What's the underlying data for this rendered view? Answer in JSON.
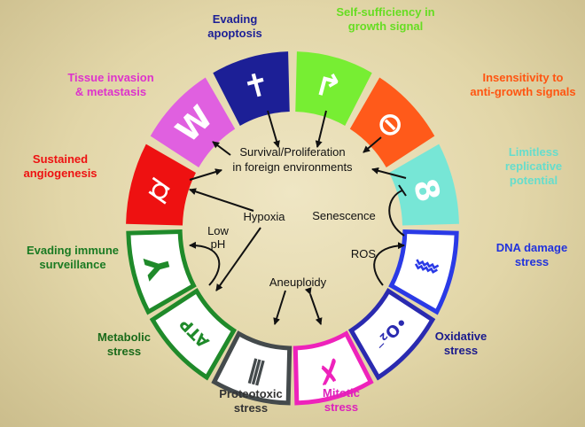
{
  "segments": [
    {
      "id": "evading-apoptosis",
      "lines": [
        "Evading",
        "apoptosis"
      ],
      "color": "#1c1f96",
      "filled": true,
      "icon": "cross-icon",
      "glyph": "✝"
    },
    {
      "id": "self-sufficiency",
      "lines": [
        "Self-sufficiency in",
        "growth signal"
      ],
      "color": "#77ee33",
      "filled": true,
      "icon": "bent-arrow-icon",
      "glyph": "↱"
    },
    {
      "id": "insensitivity",
      "lines": [
        "Insensitivity to",
        "anti-growth signals"
      ],
      "color": "#ff5a1a",
      "filled": true,
      "icon": "prohibition-icon",
      "glyph": "⊖"
    },
    {
      "id": "limitless",
      "lines": [
        "Limitless",
        "replicative",
        "potential"
      ],
      "color": "#77e6d6",
      "filled": true,
      "icon": "infinity-eight-icon",
      "glyph": "8"
    },
    {
      "id": "dna-damage",
      "lines": [
        "DNA damage",
        "stress"
      ],
      "color": "#2a3ae6",
      "filled": false,
      "icon": "dna-icon",
      "glyph": "⧚"
    },
    {
      "id": "oxidative",
      "lines": [
        "Oxidative",
        "stress"
      ],
      "color": "#2a2ab0",
      "filled": false,
      "icon": "superoxide-icon",
      "glyph": "•O₂⁻"
    },
    {
      "id": "mitotic",
      "lines": [
        "Mitotic",
        "stress"
      ],
      "color": "#ee22bb",
      "filled": false,
      "icon": "chromosome-icon",
      "glyph": "✗"
    },
    {
      "id": "proteotoxic",
      "lines": [
        "Proteotoxic",
        "stress"
      ],
      "color": "#444a4c",
      "filled": false,
      "icon": "protein-aggregate-icon",
      "glyph": "⦀"
    },
    {
      "id": "metabolic",
      "lines": [
        "Metabolic",
        "stress"
      ],
      "color": "#1f8a2a",
      "filled": false,
      "icon": "atp-cycle-icon",
      "glyph": "ATP"
    },
    {
      "id": "immune",
      "lines": [
        "Evading immune",
        "surveillance"
      ],
      "color": "#1f8a2a",
      "filled": false,
      "icon": "antibody-icon",
      "glyph": "Y"
    },
    {
      "id": "angiogenesis",
      "lines": [
        "Sustained",
        "angiogenesis"
      ],
      "color": "#ee1111",
      "filled": true,
      "icon": "blood-vessel-icon",
      "glyph": "⌭"
    },
    {
      "id": "invasion",
      "lines": [
        "Tissue invasion",
        "& metastasis"
      ],
      "color": "#e060e0",
      "filled": true,
      "icon": "invasion-zigzag-icon",
      "glyph": "W"
    }
  ],
  "label_colors": [
    "#1c1f96",
    "#66dd22",
    "#ff5511",
    "#66ddcc",
    "#2233dd",
    "#1a1a8c",
    "#dd22bb",
    "#333333",
    "#1a6a1a",
    "#1a7a22",
    "#ee1111",
    "#dd33cc"
  ],
  "center": {
    "lines": [
      "Survival/Proliferation",
      "in foreign environments"
    ]
  },
  "mediators": {
    "hypoxia": "Hypoxia",
    "low_ph": [
      "Low",
      "pH"
    ],
    "senescence": "Senescence",
    "ros": "ROS",
    "aneuploidy": "Aneuploidy"
  }
}
